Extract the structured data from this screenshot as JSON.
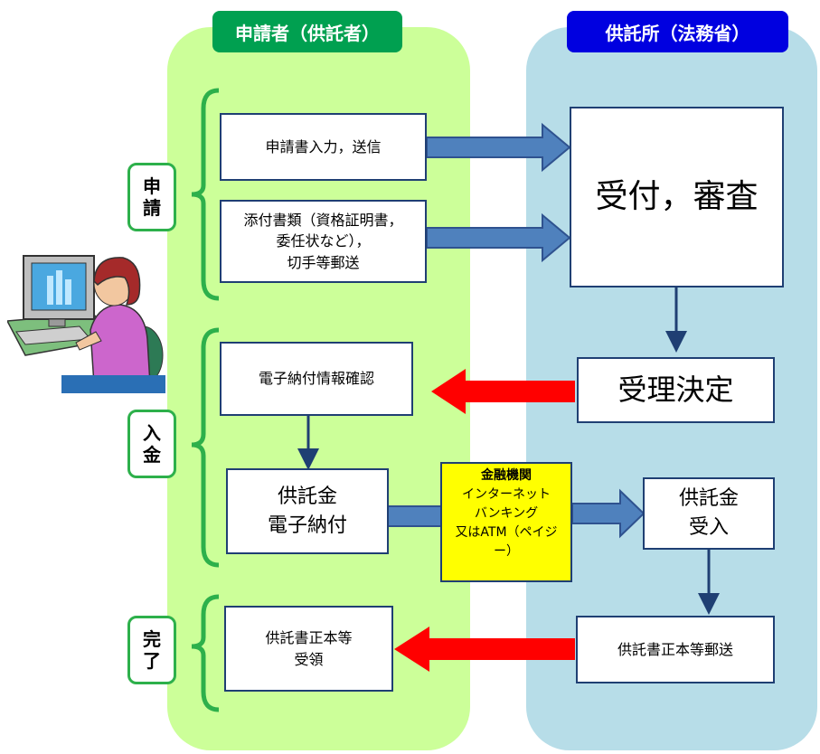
{
  "headers": {
    "applicant": "申請者（供託者）",
    "office": "供託所（法務省）"
  },
  "phases": {
    "apply": "申\n請",
    "payment": "入\n金",
    "complete": "完\n了"
  },
  "boxes": {
    "input_send": "申請書入力，送信",
    "attachments": "添付書類（資格証明書，\n委任状など），\n切手等郵送",
    "receipt_review": "受付，審査",
    "acceptance": "受理決定",
    "epay_info": "電子納付情報確認",
    "deposit_epay": "供託金\n電子納付",
    "deposit_received": "供託金\n受入",
    "certificate_mail": "供託書正本等郵送",
    "certificate_receive": "供託書正本等\n受領"
  },
  "financial": {
    "title": "金融機関",
    "body": "インターネット\nバンキング\n又はATM（ペイジー）"
  }
}
